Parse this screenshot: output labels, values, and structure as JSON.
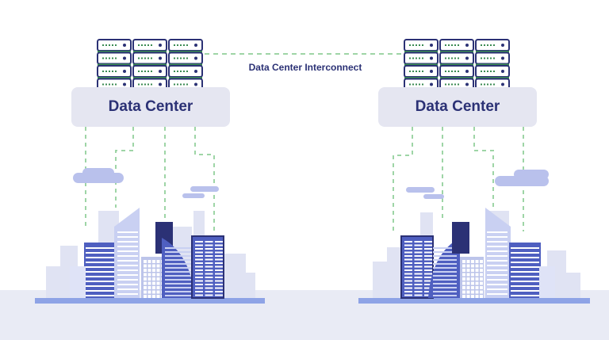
{
  "diagram": {
    "interconnect_label": "Data Center Interconnect",
    "left_datacenter": {
      "label": "Data Center"
    },
    "right_datacenter": {
      "label": "Data Center"
    }
  },
  "colors": {
    "navy": "#2b3175",
    "server_green": "#3a8a52",
    "connector_green": "#9ed5a6",
    "label_box": "#e5e6f1",
    "ground": "#e9ebf5",
    "ground_strip": "#8ea3e6",
    "building_blue": "#4f5fc0",
    "building_light": "#c9d0f2",
    "building_pale": "#e0e3f3",
    "cloud": "#b9c1ec"
  },
  "icons": [
    "server-rack-icon",
    "cloud-icon",
    "city-skyline-icon"
  ]
}
